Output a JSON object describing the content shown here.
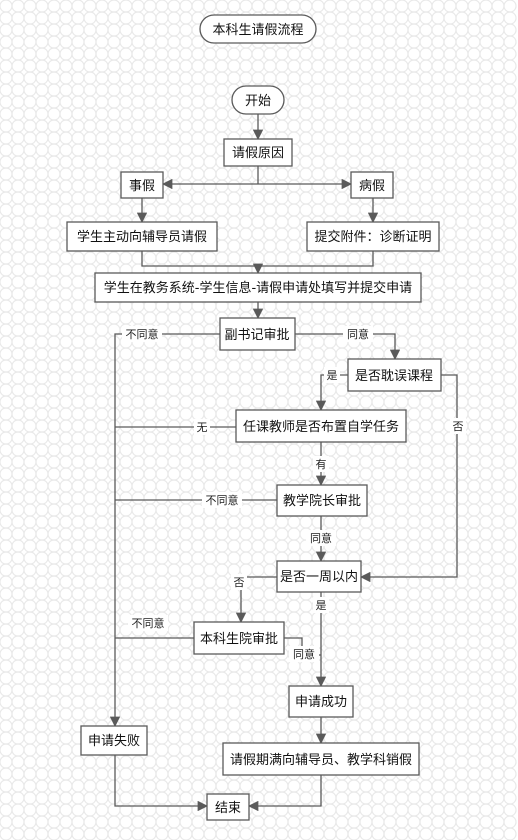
{
  "title": "本科生请假流程",
  "nodes": {
    "start": "开始",
    "reason": "请假原因",
    "personal_leave": "事假",
    "sick_leave": "病假",
    "contact_counselor": "学生主动向辅导员请假",
    "submit_attachment": "提交附件：诊断证明",
    "fill_application": "学生在教务系统-学生信息-请假申请处填写并提交申请",
    "deputy_secretary_approval": "副书记审批",
    "miss_classes": "是否耽误课程",
    "teacher_assign_study": "任课教师是否布置自学任务",
    "dean_approval": "教学院长审批",
    "within_week": "是否一周以内",
    "undergrad_college_approval": "本科生院审批",
    "application_success": "申请成功",
    "application_failed": "申请失败",
    "report_back": "请假期满向辅导员、教学科销假",
    "end": "结束"
  },
  "edge_labels": {
    "secretary_disagree": "不同意",
    "secretary_agree": "同意",
    "miss_yes": "是",
    "miss_no": "否",
    "task_none": "无",
    "task_has": "有",
    "dean_disagree": "不同意",
    "dean_agree": "同意",
    "week_no": "否",
    "week_yes": "是",
    "college_disagree": "不同意",
    "college_agree": "同意"
  }
}
